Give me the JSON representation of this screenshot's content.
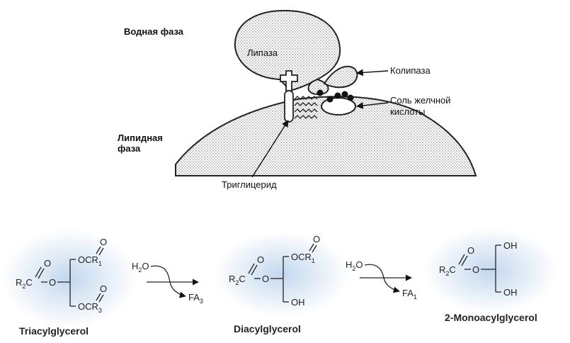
{
  "diagram": {
    "labels": {
      "aqueous_phase": "Водная фаза",
      "lipase": "Липаза",
      "colipase": "Колипаза",
      "bile_salt_line1": "Соль желчной",
      "bile_salt_line2": "кислоты",
      "lipid_phase_line1": "Липидная",
      "lipid_phase_line2": "фаза",
      "triglyceride": "Триглицерид"
    }
  },
  "reaction": {
    "compounds": [
      {
        "name": "Triacylglycerol"
      },
      {
        "name": "Diacylglycerol"
      },
      {
        "name": "2-Monoacylglycerol"
      }
    ],
    "steps": [
      {
        "reactant": "H",
        "reactant_sub": "2",
        "reactant_tail": "O",
        "product": "FA",
        "product_sub": "3"
      },
      {
        "reactant": "H",
        "reactant_sub": "2",
        "reactant_tail": "O",
        "product": "FA",
        "product_sub": "1"
      }
    ],
    "groups": {
      "r2": "R",
      "r2_sub": "2",
      "c": "C",
      "o": "O",
      "ocr": "OCR",
      "r1_sub": "1",
      "r3_sub": "3",
      "oh": "OH"
    }
  },
  "colors": {
    "ink": "#222222",
    "stipple": "#c8c8c8",
    "glow": "#bcd3ec"
  }
}
